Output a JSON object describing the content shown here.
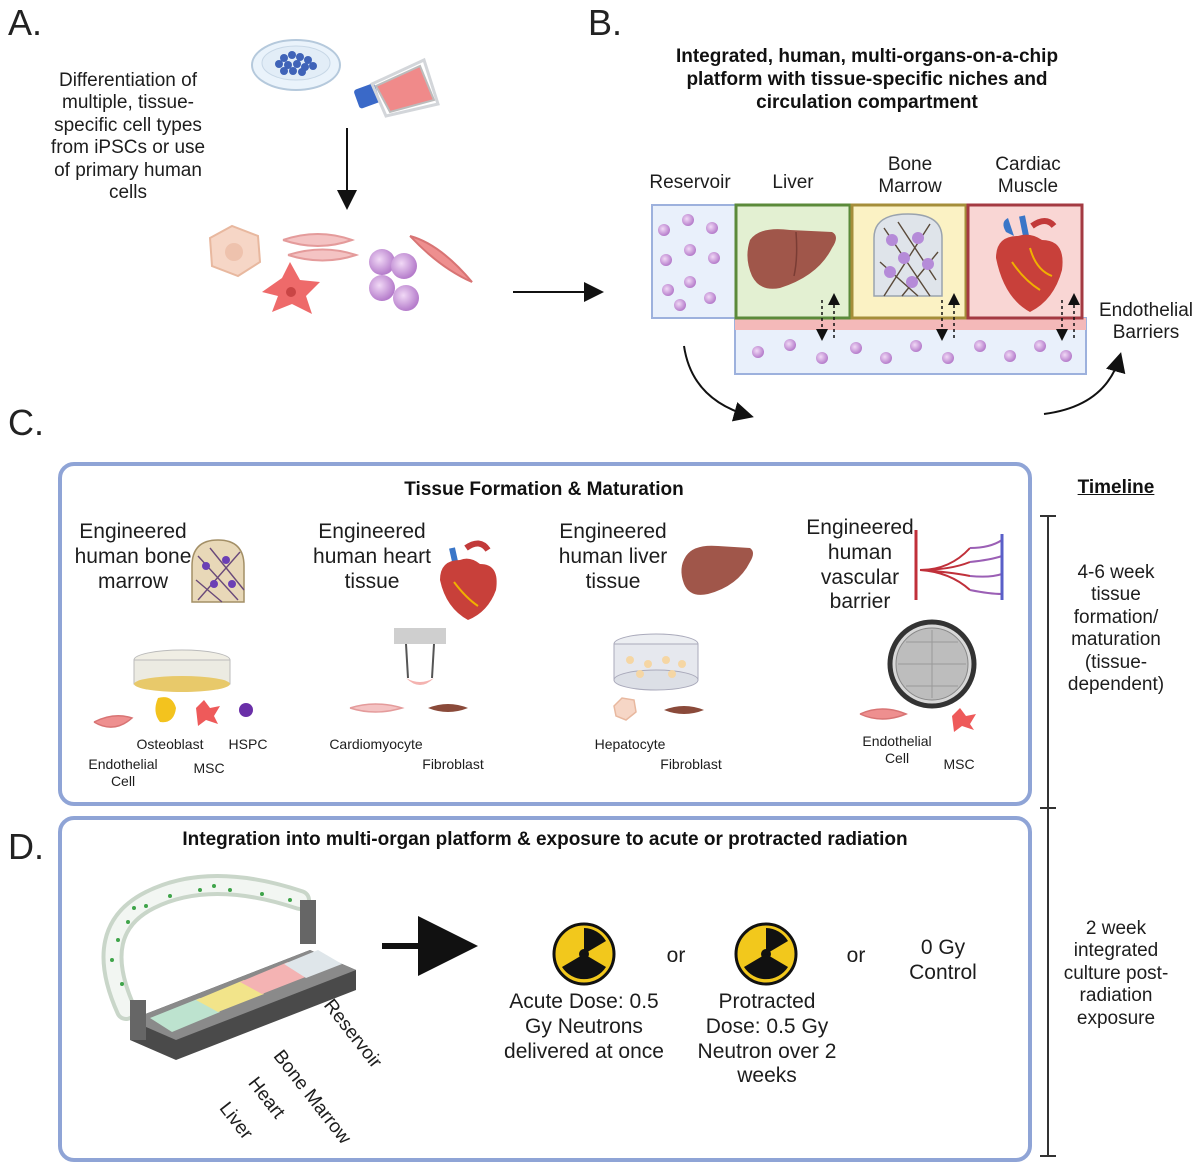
{
  "panels": {
    "a": "A.",
    "b": "B.",
    "c": "C.",
    "d": "D."
  },
  "section_a": {
    "description": "Differentiation of multiple, tissue-specific cell types from iPSCs or use of primary human cells"
  },
  "section_b": {
    "title": "Integrated, human, multi-organs-on-a-chip platform with tissue-specific niches and circulation compartment",
    "compartments": [
      "Reservoir",
      "Liver",
      "Bone Marrow",
      "Cardiac Muscle"
    ],
    "barrier_label": "Endothelial Barriers"
  },
  "section_c": {
    "title": "Tissue Formation & Maturation",
    "tissues": [
      {
        "name": "Engineered human bone marrow",
        "cells": [
          "Osteoblast",
          "HSPC",
          "Endothelial Cell",
          "MSC"
        ]
      },
      {
        "name": "Engineered human heart tissue",
        "cells": [
          "Cardiomyocyte",
          "Fibroblast"
        ]
      },
      {
        "name": "Engineered human liver tissue",
        "cells": [
          "Hepatocyte",
          "Fibroblast"
        ]
      },
      {
        "name": "Engineered human vascular barrier",
        "cells": [
          "Endothelial Cell",
          "MSC"
        ]
      }
    ]
  },
  "section_d": {
    "title": "Integration into multi-organ platform & exposure to acute or protracted radiation",
    "device_labels": [
      "Reservoir",
      "Bone Marrow",
      "Heart",
      "Liver"
    ],
    "options": [
      "Acute Dose: 0.5 Gy Neutrons delivered at once",
      "Protracted Dose: 0.5 Gy Neutron over 2 weeks",
      "0 Gy Control"
    ],
    "connector": "or"
  },
  "timeline": {
    "title": "Timeline",
    "phase1": "4-6 week tissue formation/ maturation (tissue-dependent)",
    "phase2": "2 week integrated culture post-radiation exposure"
  },
  "colors": {
    "box_border": "#8fa4d6",
    "liver": "#a0564a",
    "liver_fill": "#e3f0d2",
    "marrow_fill": "#fbf2c4",
    "cardiac_fill": "#f9d6d4",
    "circulation_fill": "#e9f0fb",
    "cell_purple": "#c48fd6",
    "radiation_yellow": "#f2c81c"
  },
  "icons": [
    "petri-dish-icon",
    "culture-flask-icon",
    "radiation-icon",
    "heart-icon",
    "liver-icon",
    "bone-marrow-scaffold-icon",
    "vascular-network-icon",
    "chip-device-icon"
  ]
}
